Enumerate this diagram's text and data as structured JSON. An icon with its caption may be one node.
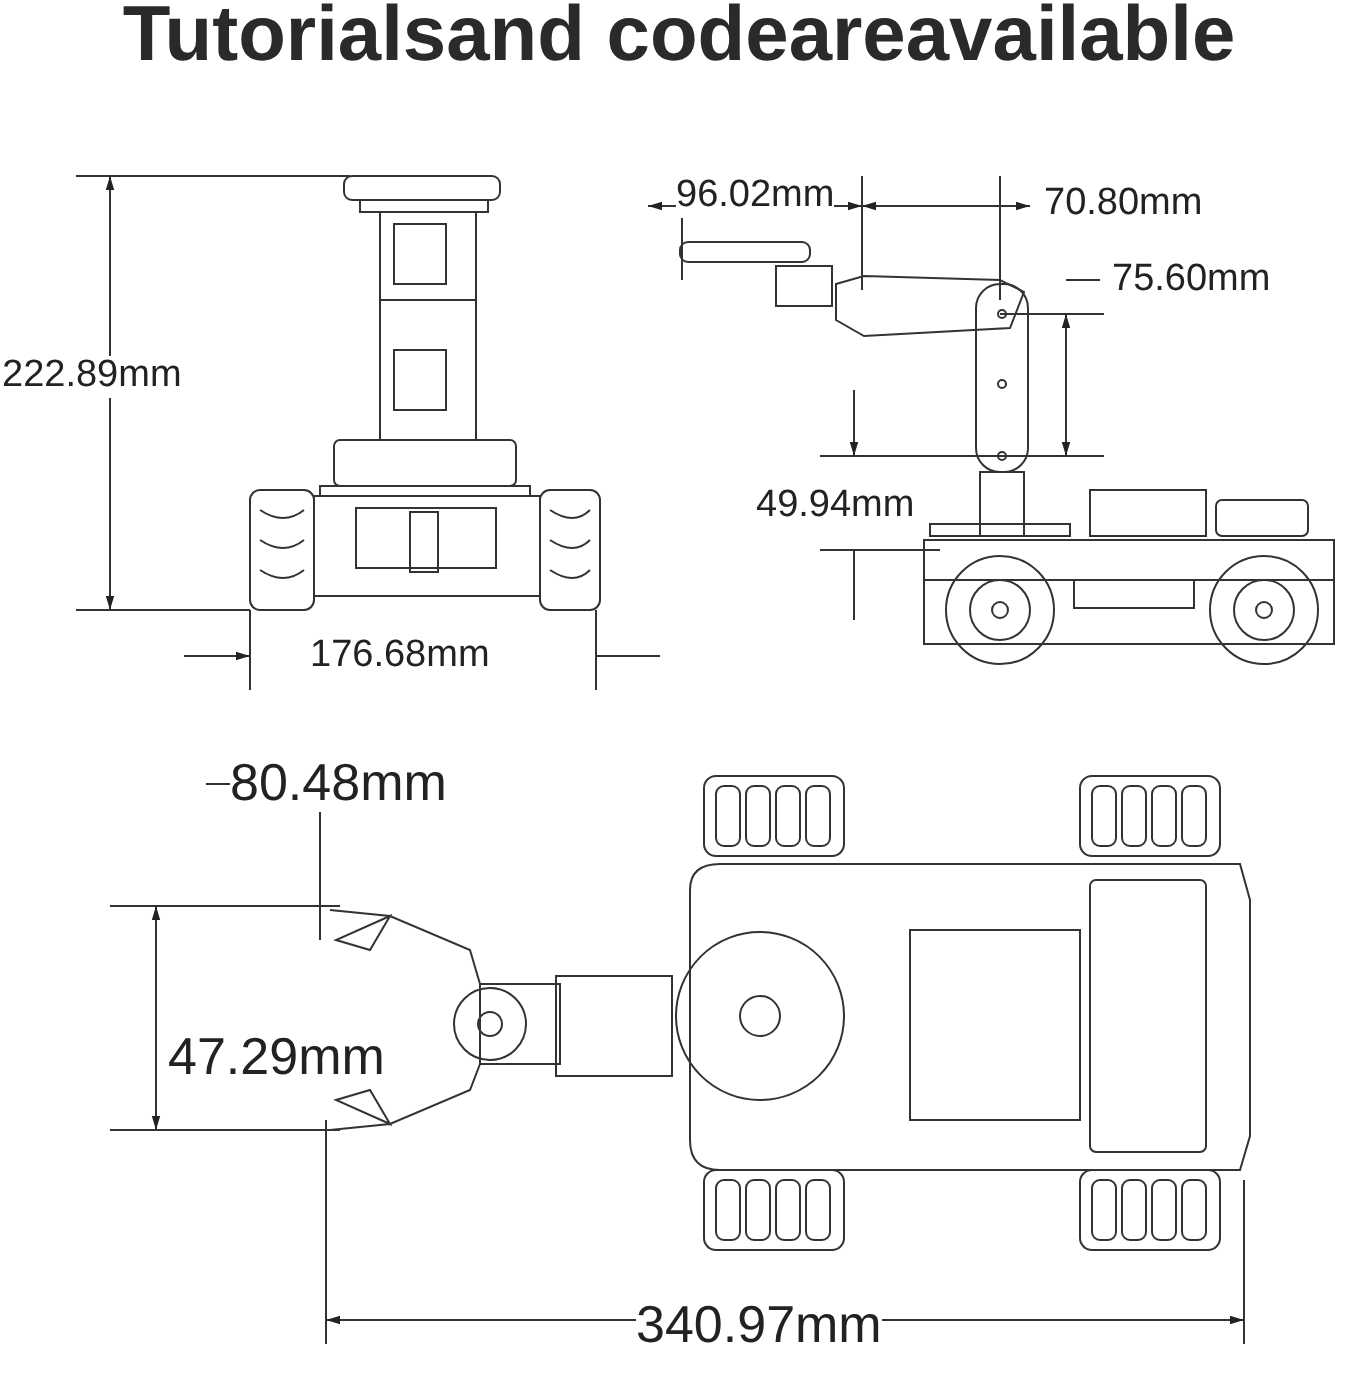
{
  "diagram": {
    "title": "Tutorialsand codeareavailable",
    "labels": [
      "96.02mm",
      "70.80mm",
      "75.60mm",
      "222.89mm",
      "49.94mm",
      "176.68mm",
      "80.48mm",
      "47.29mm",
      "340.97mm"
    ]
  }
}
